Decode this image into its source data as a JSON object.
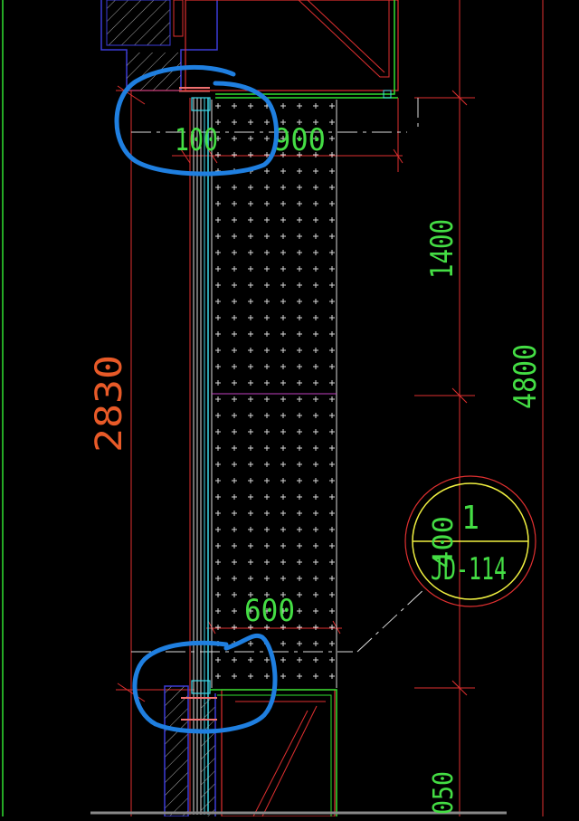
{
  "drawing": {
    "dimensions": {
      "top_offset": "100",
      "top_width": "900",
      "height_upper": "1400",
      "total_height": "4800",
      "wall_height": "2830",
      "bottom_width": "600",
      "bottom_right": "050"
    },
    "detail_callout": {
      "number": "1",
      "sheet": "JD-114",
      "side_value": "400"
    },
    "annotation_color": "#1f7fe0",
    "line_colors": {
      "dimension": "#e03030",
      "text_green": "#44dd44",
      "wall": "#3c3cd8",
      "cyan": "#40d8e8",
      "callout": "#f0f040",
      "frame": "#30e030"
    }
  }
}
